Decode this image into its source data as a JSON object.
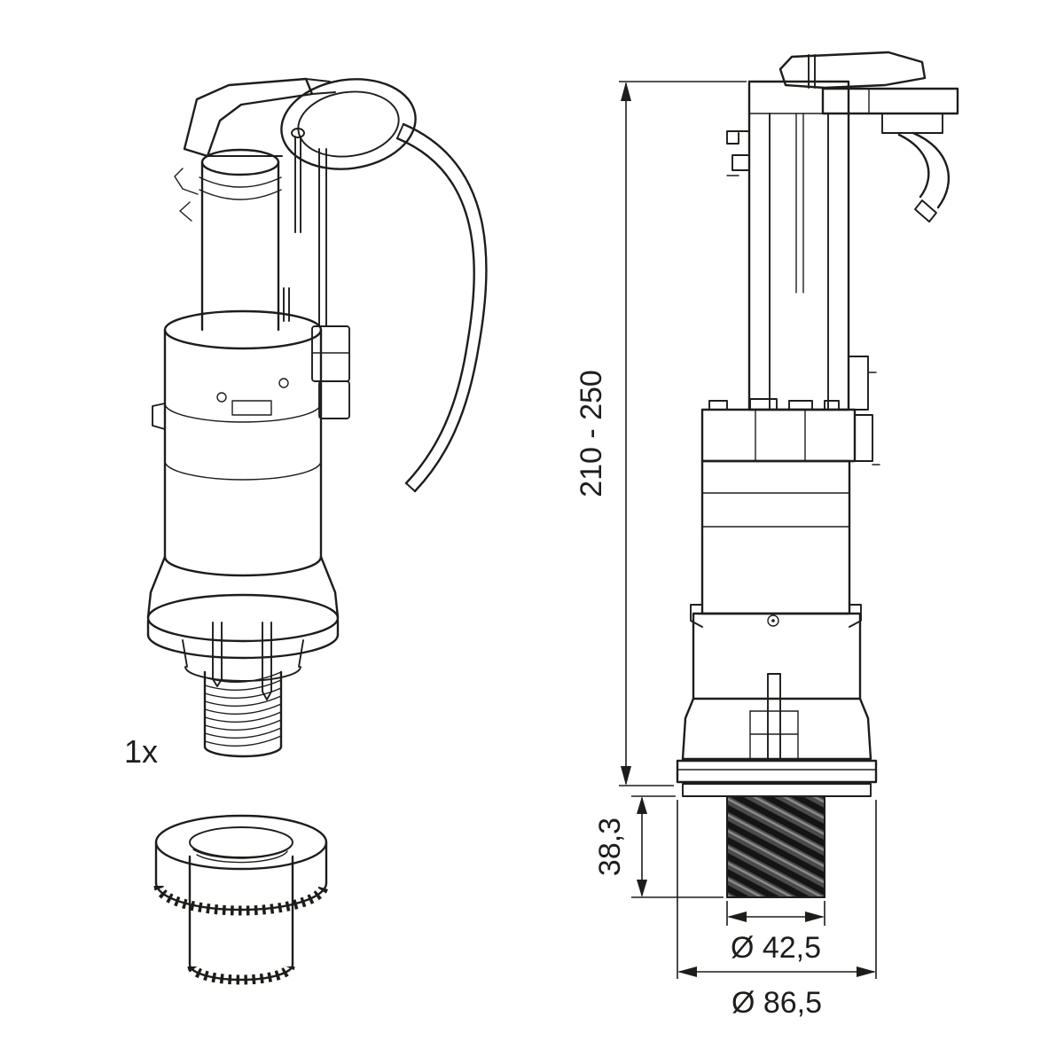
{
  "figure": {
    "quantity_label": "1x",
    "dimensions": {
      "overall_height": "210 - 250",
      "thread_length": "38,3",
      "thread_diameter": "Ø 42,5",
      "flange_diameter": "Ø 86,5"
    },
    "colors": {
      "line": "#1d1d1b",
      "background": "#ffffff",
      "thread_fill_dark": "#1a1a1a",
      "thread_fill_mid": "#4a4a4a"
    }
  }
}
